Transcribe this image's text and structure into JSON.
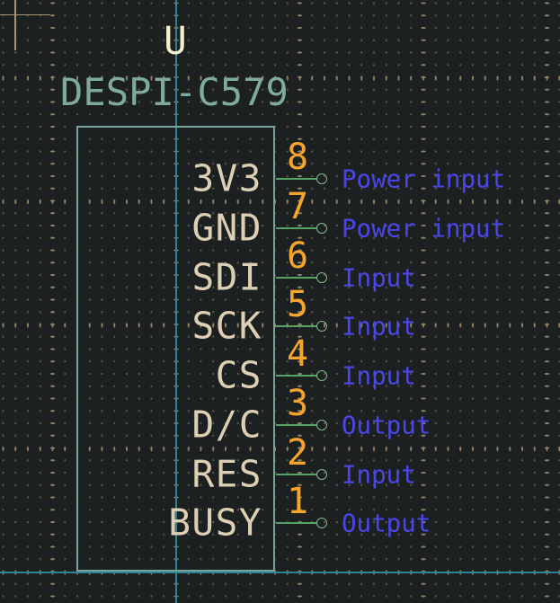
{
  "symbol": {
    "reference": "U",
    "value": "DESPI-C579"
  },
  "pins": [
    {
      "name": "3V3",
      "number": "8",
      "type": "Power input"
    },
    {
      "name": "GND",
      "number": "7",
      "type": "Power input"
    },
    {
      "name": "SDI",
      "number": "6",
      "type": "Input"
    },
    {
      "name": "SCK",
      "number": "5",
      "type": "Input"
    },
    {
      "name": "CS",
      "number": "4",
      "type": "Input"
    },
    {
      "name": "D/C",
      "number": "3",
      "type": "Output"
    },
    {
      "name": "RES",
      "number": "2",
      "type": "Input"
    },
    {
      "name": "BUSY",
      "number": "1",
      "type": "Output"
    }
  ],
  "palette": {
    "background": "#1d2021",
    "grid_dot": "#53544c",
    "grid_emphasis": "#8e8064",
    "axis_line": "#2f8395",
    "origin_crosshair": "#a69772",
    "body_outline": "#7aa49b",
    "value_text": "#7faa9e",
    "reference_text": "#f6eec9",
    "pin_name_text": "#dccfb4",
    "pin_number_text": "#f5a42c",
    "pin_line": "#56a364",
    "pin_type_text": "#4a46e8"
  }
}
